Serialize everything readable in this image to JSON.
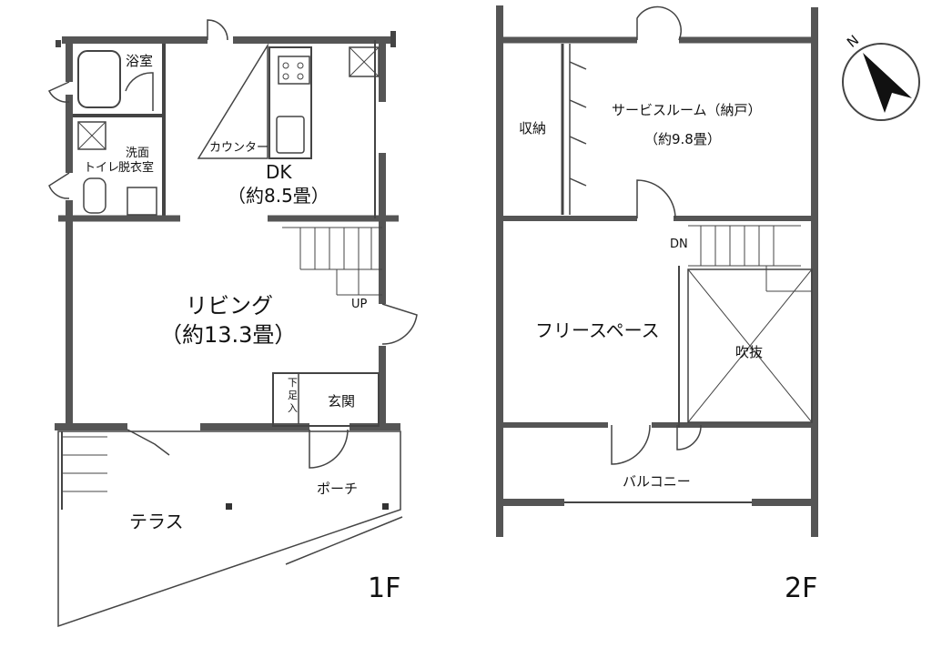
{
  "floor1": {
    "floor_label": "1F",
    "rooms": {
      "bath": "浴室",
      "washroom_line1": "洗面",
      "washroom_line2": "脱衣室",
      "toilet": "トイレ",
      "counter": "カウンター",
      "dk_name": "DK",
      "dk_size": "（約8.5畳）",
      "living_name": "リビング",
      "living_size": "（約13.3畳）",
      "shoe_storage": [
        "下",
        "足",
        "入"
      ],
      "entrance": "玄関",
      "porch": "ポーチ",
      "terrace": "テラス",
      "stairs_up": "UP"
    }
  },
  "floor2": {
    "floor_label": "2F",
    "rooms": {
      "storage": "収納",
      "service_room_name": "サービスルーム（納戸）",
      "service_room_size": "（約9.8畳）",
      "free_space": "フリースペース",
      "void": "吹抜",
      "balcony": "バルコニー",
      "stairs_down": "DN"
    }
  },
  "compass": {
    "label": "N",
    "icon": "north-arrow-icon"
  }
}
